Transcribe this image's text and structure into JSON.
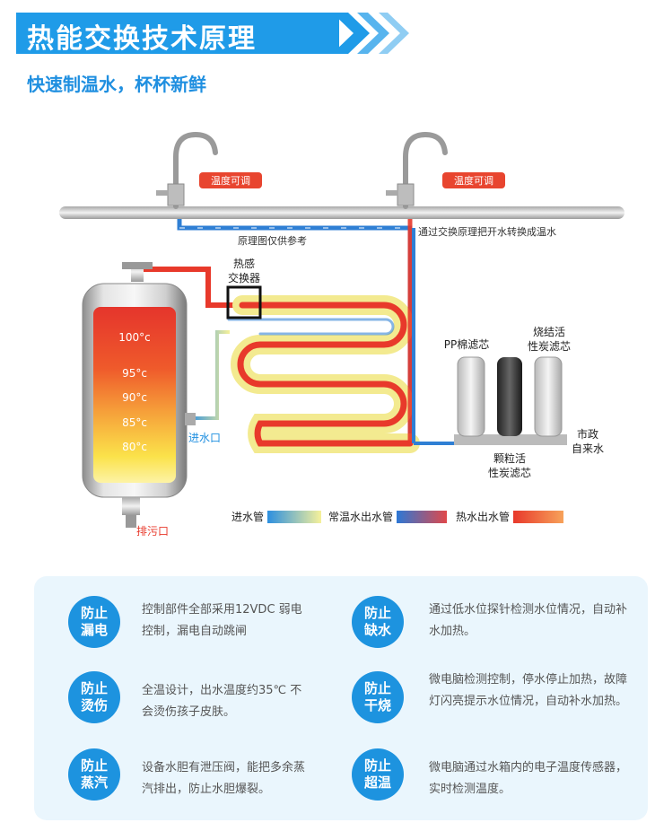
{
  "header": {
    "title": "热能交换技术原理",
    "subtitle": "快速制温水，杯杯新鲜"
  },
  "diagram": {
    "tap_label_left": "温度可调",
    "tap_label_right": "温度可调",
    "note_reference": "原理图仅供参考",
    "note_exchange": "通过交换原理把开水转换成温水",
    "exchanger_label_1": "热感",
    "exchanger_label_2": "交换器",
    "tank_levels": [
      "100°c",
      "95°c",
      "90°c",
      "85°c",
      "80°c"
    ],
    "inlet_label": "进水口",
    "drain_label": "排污口",
    "filter_pp": "PP棉滤芯",
    "filter_sintered_1": "烧结活",
    "filter_sintered_2": "性炭滤芯",
    "filter_granular_1": "颗粒活",
    "filter_granular_2": "性炭滤芯",
    "tap_water_1": "市政",
    "tap_water_2": "自来水",
    "legend": [
      {
        "label": "进水管",
        "from": "#2c8fe0",
        "to": "#f6f19a"
      },
      {
        "label": "常温水出水管",
        "from": "#2c78d6",
        "to": "#e0484a"
      },
      {
        "label": "热水出水管",
        "from": "#e8392b",
        "to": "#f7a25a"
      }
    ],
    "colors": {
      "cold": "#2f7fd4",
      "hot": "#e8392b",
      "warm": "#f3ea90"
    }
  },
  "features": [
    {
      "title_1": "防止",
      "title_2": "漏电",
      "text": "控制部件全部采用12VDC 弱电控制，漏电自动跳闸"
    },
    {
      "title_1": "防止",
      "title_2": "缺水",
      "text": "通过低水位探针检测水位情况，自动补水加热。"
    },
    {
      "title_1": "防止",
      "title_2": "烫伤",
      "text": "全温设计，出水温度约35℃ 不会烫伤孩子皮肤。"
    },
    {
      "title_1": "防止",
      "title_2": "干烧",
      "text": "微电脑检测控制，停水停止加热，故障灯闪亮提示水位情况，自动补水加热。"
    },
    {
      "title_1": "防止",
      "title_2": "蒸汽",
      "text": "设备水胆有泄压阀，能把多余蒸汽排出，防止水胆爆裂。"
    },
    {
      "title_1": "防止",
      "title_2": "超温",
      "text": "微电脑通过水箱内的电子温度传感器，实时检测温度。"
    }
  ]
}
